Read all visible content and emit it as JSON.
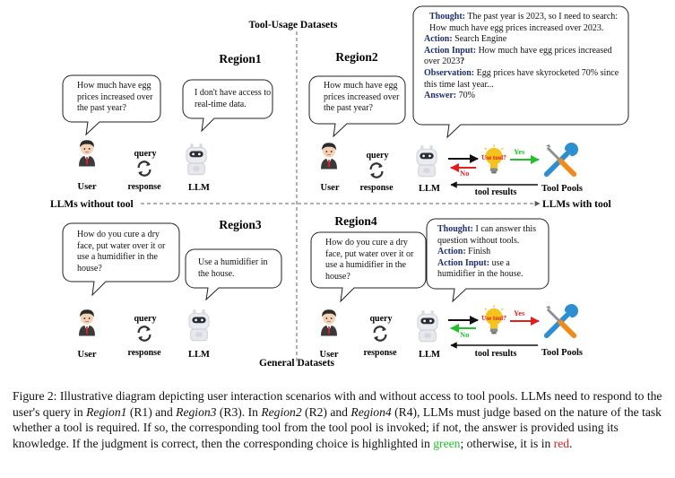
{
  "axes": {
    "top": "Tool-Usage Datasets",
    "bottom": "General Datasets",
    "left": "LLMs without tool",
    "right": "LLMs with tool"
  },
  "regions": {
    "r1": {
      "title": "Region1",
      "user_msg": "How much have egg prices increased over the past year?",
      "llm_msg": "I don't have access to real-time data."
    },
    "r2": {
      "title": "Region2",
      "user_msg": "How much have egg prices increased over the past year?",
      "thought_label": "Thought:",
      "thought": "The past year is 2023, so I need to search: How much have egg prices increased over 2023.",
      "action_label": "Action:",
      "action": "Search Engine",
      "action_input_label": "Action Input:",
      "action_input": "How much have egg prices increased over 2023",
      "action_input_mark": "?",
      "observation_label": "Observation:",
      "observation": "Egg prices have skyrocketed 70% since this time last year...",
      "answer_label": "Answer:",
      "answer": "70%"
    },
    "r3": {
      "title": "Region3",
      "user_msg": "How do you cure a dry face, put water over it or use a humidifier in the house?",
      "llm_msg": "Use a humidifier in the house."
    },
    "r4": {
      "title": "Region4",
      "user_msg": "How do you cure a dry face, put water over it or use a humidifier in the house?",
      "thought_label": "Thought:",
      "thought": "I can answer this question without tools.",
      "action_label": "Action:",
      "action": "Finish",
      "action_input_label": "Action Input:",
      "action_input": "use a humidifier in the house."
    }
  },
  "labels": {
    "user": "User",
    "llm": "LLM",
    "query": "query",
    "response": "response",
    "tool_pools": "Tool Pools",
    "tool_results": "tool results",
    "use_tool": "Use tool?",
    "yes": "Yes",
    "no": "No"
  },
  "caption": {
    "p1": "Figure 2: Illustrative diagram depicting user interaction scenarios with and without access to tool pools. LLMs need to respond to the user's query in ",
    "r1": "Region1",
    "p2": " (R1) and ",
    "r3": "Region3",
    "p3": " (R3). In ",
    "r2": "Region2",
    "p4": " (R2) and ",
    "r4": "Region4",
    "p5": " (R4), LLMs must judge based on the nature of the task whether a tool is required. If so, the corresponding tool from the tool pool is invoked; if not, the answer is provided using its knowledge. If the judgment is correct, then the corresponding choice is highlighted in ",
    "green": "green",
    "p6": "; otherwise, it is in ",
    "red": "red",
    "p7": "."
  },
  "colors": {
    "yes_correct": "#22c02a",
    "no_wrong": "#e02020",
    "tool_blue": "#2e8fd0",
    "tool_orange": "#f08a1c",
    "bulb": "#f6c21c"
  }
}
